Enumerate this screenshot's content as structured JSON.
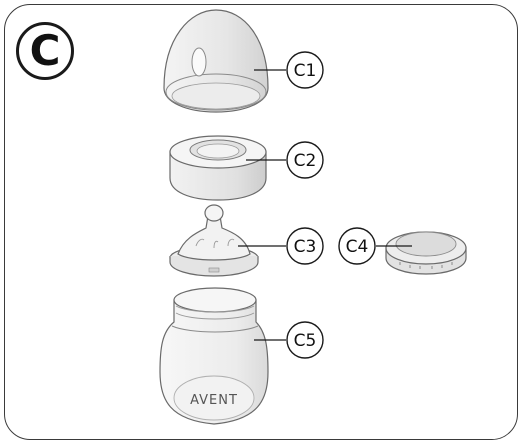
{
  "section_label": "C",
  "parts": [
    {
      "id": "cap",
      "label": "C1"
    },
    {
      "id": "screw-ring",
      "label": "C2"
    },
    {
      "id": "nipple",
      "label": "C3"
    },
    {
      "id": "sealing-disc",
      "label": "C4"
    },
    {
      "id": "bottle",
      "label": "C5"
    }
  ],
  "bottle_brand": "AVENT"
}
